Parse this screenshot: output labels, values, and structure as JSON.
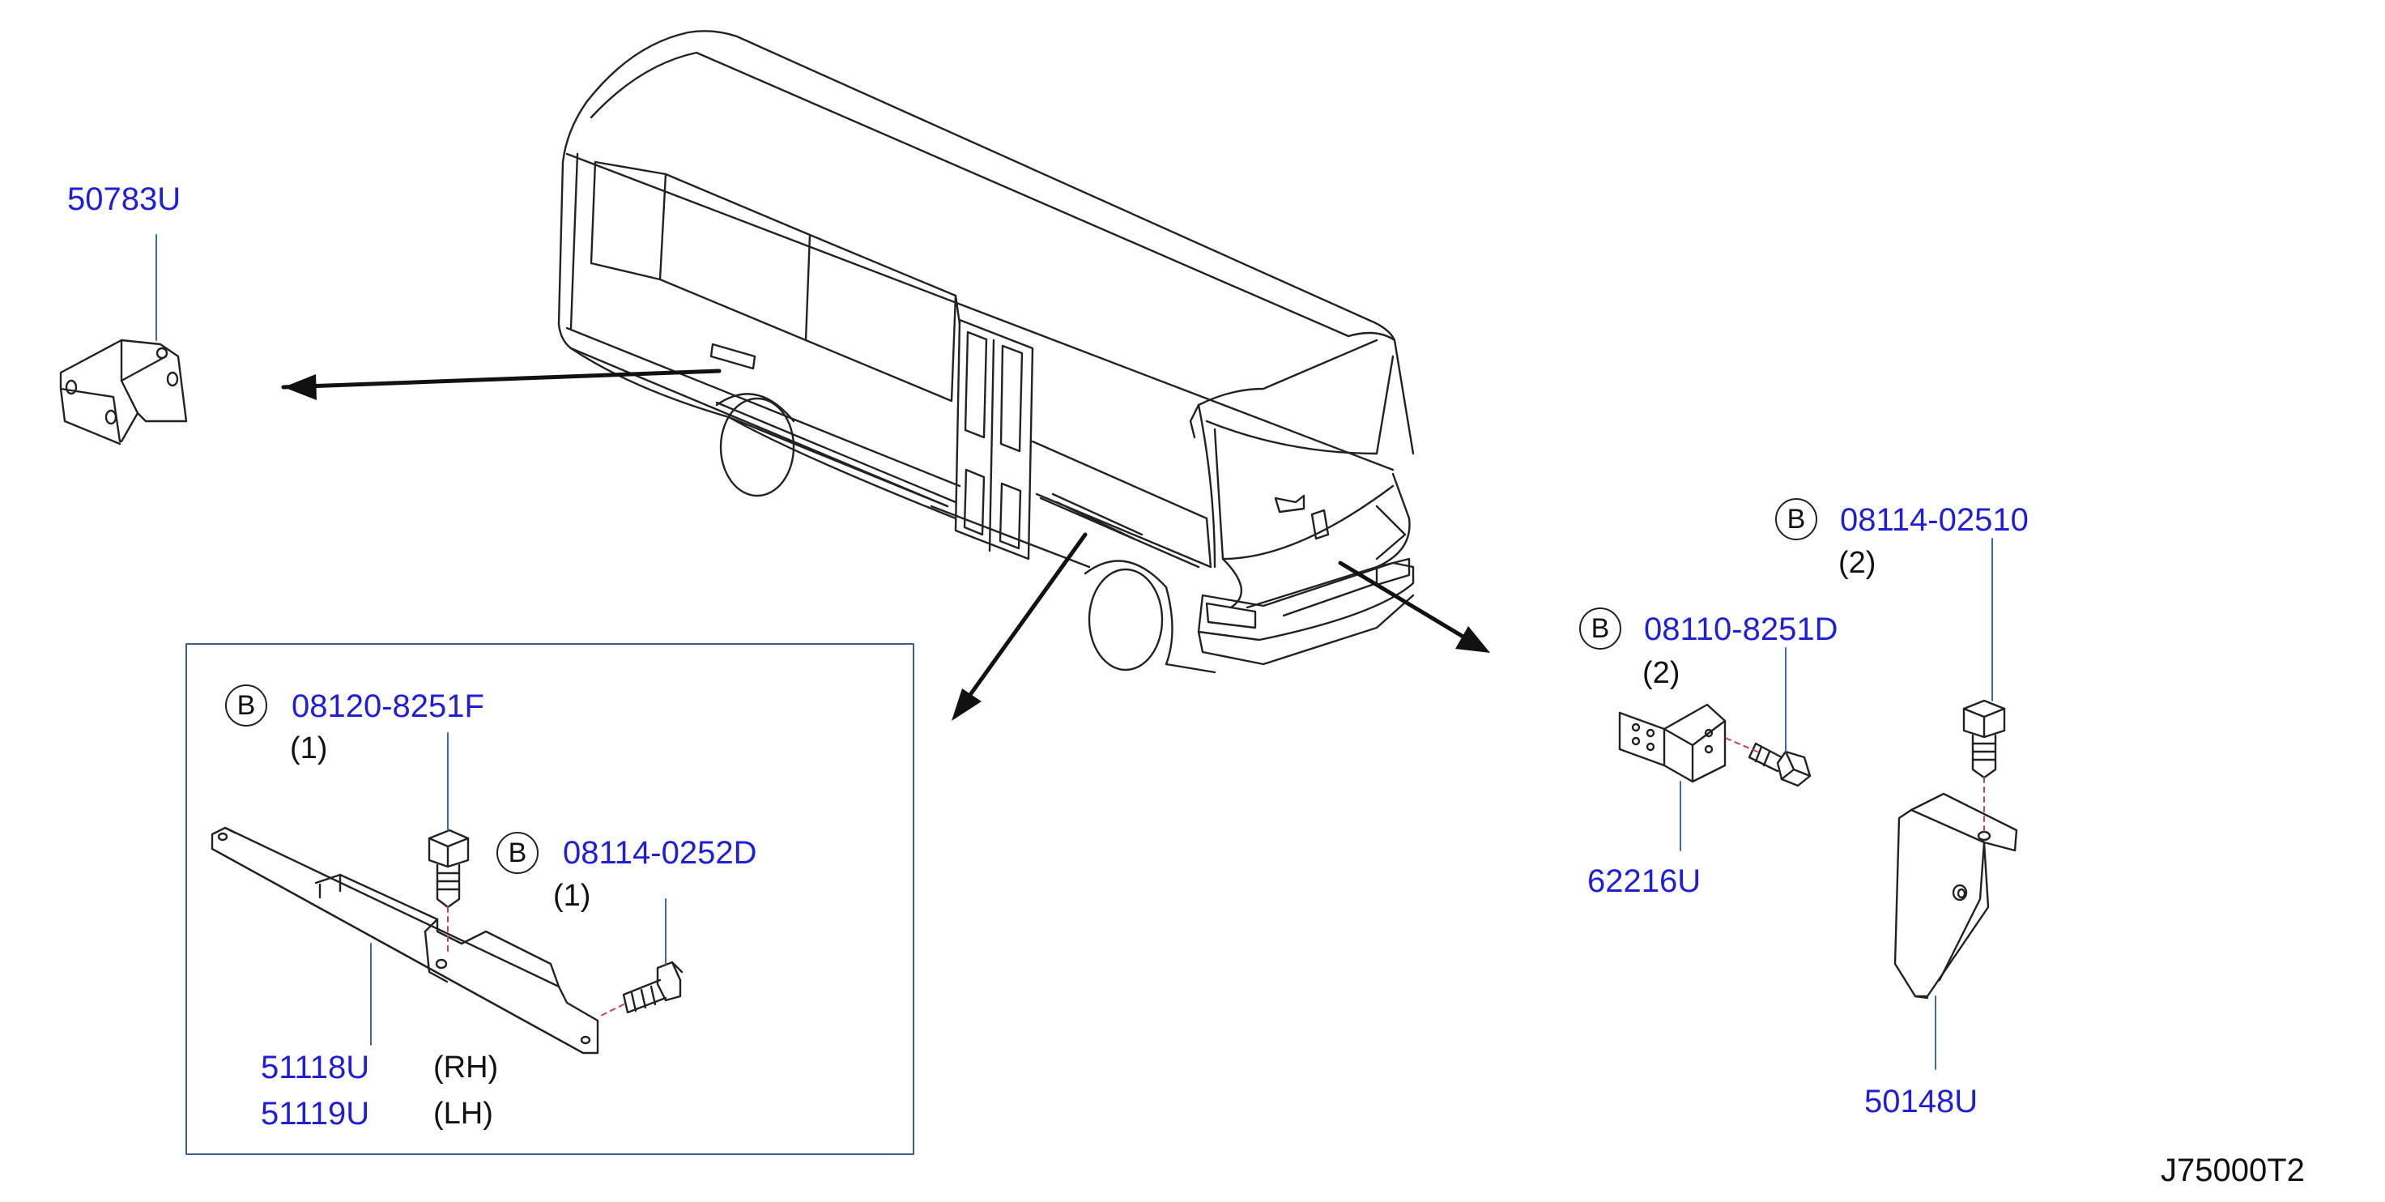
{
  "diagram": {
    "drawing_code": "J75000T2",
    "badge_letter": "B",
    "parts": {
      "p50783": {
        "number": "50783U"
      },
      "p08120": {
        "number": "08120-8251F",
        "qty": "(1)"
      },
      "p08114b": {
        "number": "08114-0252D",
        "qty": "(1)"
      },
      "p51118": {
        "number": "51118U",
        "side": "(RH)"
      },
      "p51119": {
        "number": "51119U",
        "side": "(LH)"
      },
      "p08114a": {
        "number": "08114-02510",
        "qty": "(2)"
      },
      "p08110": {
        "number": "08110-8251D",
        "qty": "(2)"
      },
      "p62216": {
        "number": "62216U"
      },
      "p50148": {
        "number": "50148U"
      }
    }
  }
}
